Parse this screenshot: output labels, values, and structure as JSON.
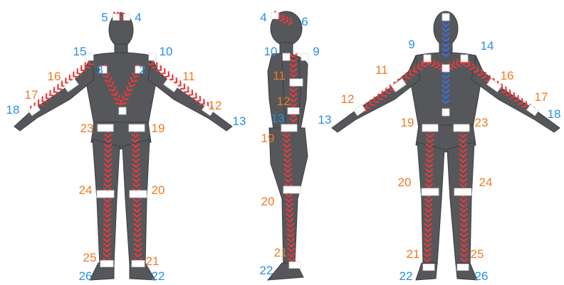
{
  "colors": {
    "background": "#ffffff",
    "body_fill": "#55575b",
    "body_shade": "#3c3e42",
    "marker_fill": "#ffffff",
    "chevron_red": "#e83a3a",
    "chevron_blue": "#3a6fd8",
    "label_blue": "#2a8ee0",
    "label_orange": "#ee7a22"
  },
  "views": {
    "front": {
      "labels": [
        {
          "id": "5",
          "color": "blue"
        },
        {
          "id": "4",
          "color": "blue"
        },
        {
          "id": "15",
          "color": "blue"
        },
        {
          "id": "10",
          "color": "blue"
        },
        {
          "id": "3",
          "color": "blue"
        },
        {
          "id": "2",
          "color": "blue"
        },
        {
          "id": "16",
          "color": "orange"
        },
        {
          "id": "11",
          "color": "orange"
        },
        {
          "id": "17",
          "color": "orange"
        },
        {
          "id": "12",
          "color": "orange"
        },
        {
          "id": "18",
          "color": "blue"
        },
        {
          "id": "13",
          "color": "blue"
        },
        {
          "id": "23",
          "color": "orange"
        },
        {
          "id": "19",
          "color": "orange"
        },
        {
          "id": "24",
          "color": "orange"
        },
        {
          "id": "20",
          "color": "orange"
        },
        {
          "id": "25",
          "color": "orange"
        },
        {
          "id": "21",
          "color": "orange"
        },
        {
          "id": "26",
          "color": "blue"
        },
        {
          "id": "22",
          "color": "blue"
        }
      ]
    },
    "side": {
      "labels": [
        {
          "id": "4",
          "color": "blue"
        },
        {
          "id": "6",
          "color": "blue"
        },
        {
          "id": "10",
          "color": "blue"
        },
        {
          "id": "9",
          "color": "blue"
        },
        {
          "id": "11",
          "color": "orange"
        },
        {
          "id": "12",
          "color": "orange"
        },
        {
          "id": "13",
          "color": "blue"
        },
        {
          "id": "19",
          "color": "orange"
        },
        {
          "id": "20",
          "color": "orange"
        },
        {
          "id": "21",
          "color": "orange"
        },
        {
          "id": "22",
          "color": "blue"
        }
      ]
    },
    "back": {
      "labels": [
        {
          "id": "9",
          "color": "blue"
        },
        {
          "id": "14",
          "color": "blue"
        },
        {
          "id": "11",
          "color": "orange"
        },
        {
          "id": "16",
          "color": "orange"
        },
        {
          "id": "12",
          "color": "orange"
        },
        {
          "id": "17",
          "color": "orange"
        },
        {
          "id": "13",
          "color": "blue"
        },
        {
          "id": "18",
          "color": "blue"
        },
        {
          "id": "19",
          "color": "orange"
        },
        {
          "id": "23",
          "color": "orange"
        },
        {
          "id": "20",
          "color": "orange"
        },
        {
          "id": "24",
          "color": "orange"
        },
        {
          "id": "21",
          "color": "orange"
        },
        {
          "id": "25",
          "color": "orange"
        },
        {
          "id": "22",
          "color": "blue"
        },
        {
          "id": "26",
          "color": "blue"
        }
      ]
    }
  }
}
